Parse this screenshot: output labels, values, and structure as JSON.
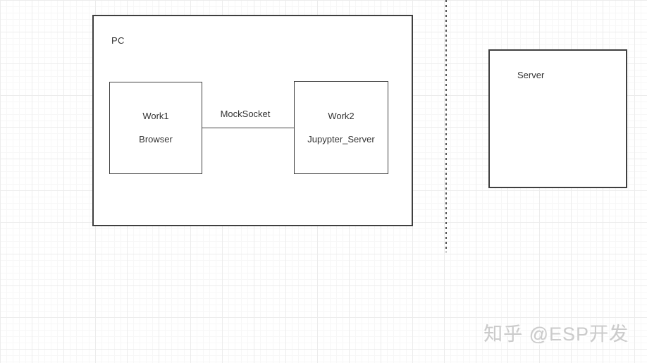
{
  "diagram": {
    "pc_group": {
      "label": "PC"
    },
    "work1": {
      "line1": "Work1",
      "line2": "Browser"
    },
    "work2": {
      "line1": "Work2",
      "line2": "Jupypter_Server"
    },
    "connector": {
      "label": "MockSocket"
    },
    "server": {
      "label": "Server"
    },
    "watermark": "知乎 @ESP开发",
    "colors": {
      "border": "#3f3f3f",
      "text": "#333333",
      "separator": "#595959",
      "watermark": "#cbcbcb",
      "grid_minor": "#f7f7f7",
      "grid_major": "#ececec",
      "shape_fill": "#ffffff"
    }
  }
}
